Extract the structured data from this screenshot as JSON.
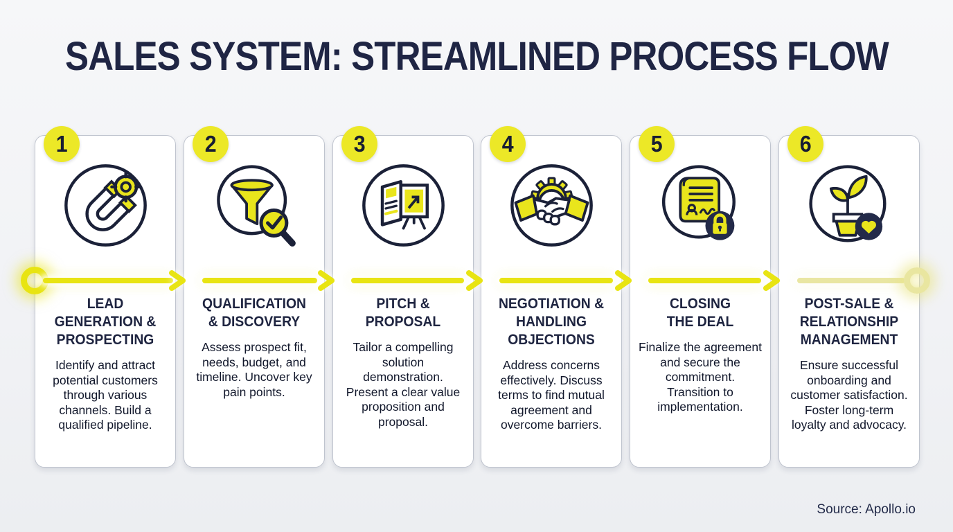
{
  "page": {
    "title": "SALES SYSTEM: STREAMLINED PROCESS FLOW",
    "source": "Source: Apollo.io"
  },
  "colors": {
    "accent_yellow": "#e8e412",
    "accent_yellow_pale": "#e9e6a2",
    "badge_yellow": "#ece827",
    "navy": "#1b2138",
    "page_bg": "#f2f3f5",
    "card_bg": "#ffffff",
    "card_border": "#bfc4ce"
  },
  "steps": [
    {
      "number": "1",
      "icon": "magnet-target-icon",
      "title": "LEAD\nGENERATION &\nPROSPECTING",
      "description": "Identify and attract potential customers through various channels. Build a qualified pipeline."
    },
    {
      "number": "2",
      "icon": "funnel-magnifier-icon",
      "title": "QUALIFICATION\n& DISCOVERY",
      "description": "Assess prospect fit, needs, budget, and timeline. Uncover key pain points."
    },
    {
      "number": "3",
      "icon": "presentation-board-icon",
      "title": "PITCH &\nPROPOSAL",
      "description": "Tailor a compelling solution demonstration. Present a clear value proposition and proposal."
    },
    {
      "number": "4",
      "icon": "handshake-gear-icon",
      "title": "NEGOTIATION &\nHANDLING\nOBJECTIONS",
      "description": "Address concerns effectively. Discuss terms to find mutual agreement and overcome barriers."
    },
    {
      "number": "5",
      "icon": "contract-lock-icon",
      "title": "CLOSING\nTHE DEAL",
      "description": "Finalize the agreement and secure the commitment. Transition to implementation."
    },
    {
      "number": "6",
      "icon": "plant-heart-icon",
      "title": "POST-SALE &\nRELATIONSHIP\nMANAGEMENT",
      "description": "Ensure successful onboarding and customer satisfaction. Foster long-term loyalty and advocacy."
    }
  ]
}
